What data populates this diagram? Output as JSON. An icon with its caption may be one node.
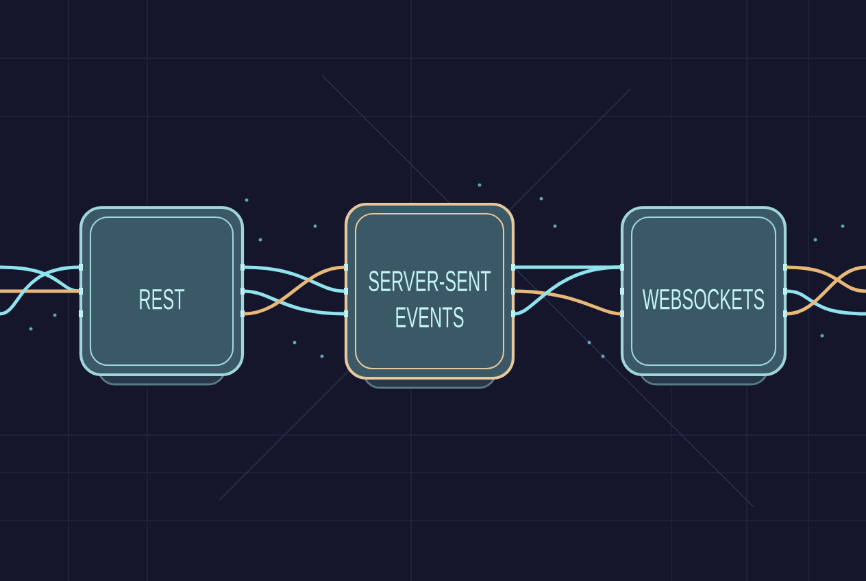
{
  "diagram": {
    "nodes": [
      {
        "text": [
          "REST"
        ]
      },
      {
        "text": [
          "SERVER-SENT EVENTS"
        ]
      },
      {
        "text": [
          "WEBSOCKETS"
        ]
      }
    ],
    "edges": [
      {
        "from": null,
        "to": 0,
        "arrow": "none"
      },
      {
        "from": null,
        "to": 0,
        "arrow": "none",
        "color": "#e8b878"
      },
      {
        "from": null,
        "to": 0,
        "arrow": "none"
      },
      {
        "from": 0,
        "to": 1,
        "arrow": "none"
      },
      {
        "from": 0,
        "to": 1,
        "arrow": "none"
      },
      {
        "from": 0,
        "to": 1,
        "arrow": "none",
        "color": "#e8b878"
      },
      {
        "from": 1,
        "to": 2,
        "arrow": "none"
      },
      {
        "from": 1,
        "to": 2,
        "arrow": "none",
        "color": "#e8b878"
      },
      {
        "from": 1,
        "to": 2,
        "arrow": "none"
      },
      {
        "from": 2,
        "to": null,
        "arrow": "none",
        "color": "#e8b878"
      },
      {
        "from": 2,
        "to": null,
        "arrow": "none"
      },
      {
        "from": 2,
        "to": null,
        "arrow": "none",
        "color": "#e8b878"
      }
    ]
  }
}
